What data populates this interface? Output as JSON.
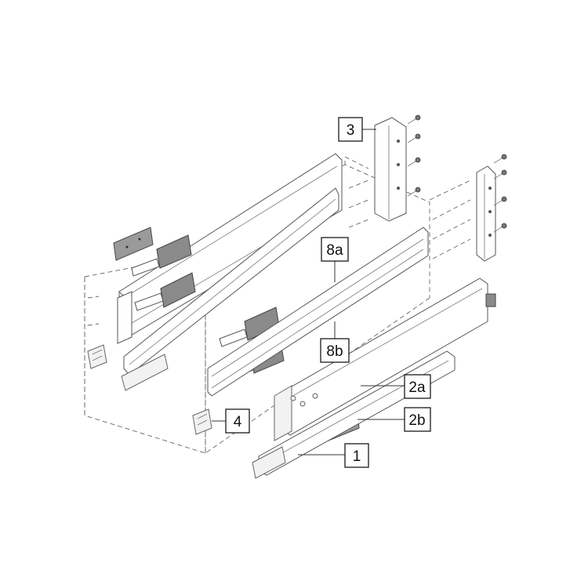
{
  "callouts": {
    "c3": "3",
    "c8a": "8a",
    "c8b": "8b",
    "c2a": "2a",
    "c2b": "2b",
    "c1": "1",
    "c4": "4"
  },
  "colors": {
    "line": "#555555",
    "plate": "#9a9a9a",
    "background": "#ffffff"
  }
}
